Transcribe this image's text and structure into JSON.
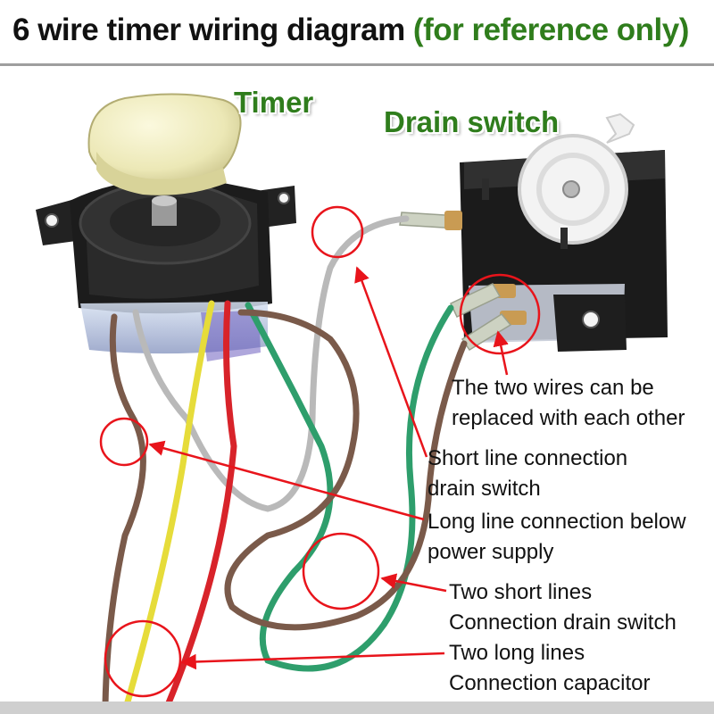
{
  "title": {
    "main": "6 wire timer wiring diagram ",
    "sub": "(for reference only)"
  },
  "labels": {
    "timer": "Timer",
    "drain_switch": "Drain switch"
  },
  "notes": {
    "replaceable": [
      "The two wires can be",
      "replaced with each other"
    ],
    "short_line": [
      "Short line connection",
      "drain switch"
    ],
    "long_line": [
      "Long line connection below",
      "power supply"
    ],
    "two_short": [
      "Two short lines",
      "Connection drain switch"
    ],
    "two_long": [
      "Two long lines",
      "Connection capacitor"
    ]
  },
  "colors": {
    "accent_green": "#2f7d1c",
    "annotation_red": "#e8141b",
    "wire_brown": "#7a5a4a",
    "wire_gray": "#b9b9b9",
    "wire_yellow": "#e6dc3a",
    "wire_red": "#d8232a",
    "wire_green": "#2e9e6c",
    "knob": "#f2efc0",
    "housing": "#1c1c1c"
  }
}
